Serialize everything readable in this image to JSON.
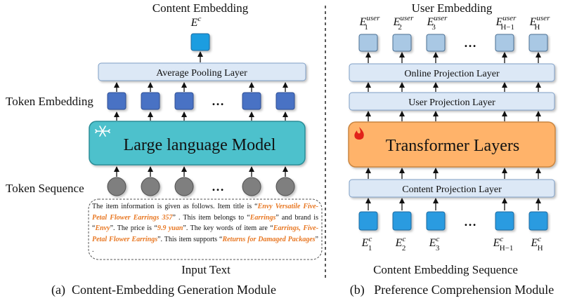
{
  "left": {
    "title": "Content Embedding",
    "output_symbol": {
      "base": "E",
      "sup": "c"
    },
    "pooling_label": "Average Pooling Layer",
    "token_embedding_label": "Token Embedding",
    "llm_label": "Large language Model",
    "llm_icon": "snowflake-icon",
    "token_sequence_label": "Token Sequence",
    "ellipsis": "…",
    "input_text_segments": [
      {
        "text": "The item information is given as follows. Item title is “",
        "hl": false
      },
      {
        "text": "Envy Versatile Five-Petal Flower Earrings 357",
        "hl": true
      },
      {
        "text": "” . This item belongs to “",
        "hl": false
      },
      {
        "text": "Earrings",
        "hl": true
      },
      {
        "text": "” and brand is “",
        "hl": false
      },
      {
        "text": "Envy",
        "hl": true
      },
      {
        "text": "”. The price is “",
        "hl": false
      },
      {
        "text": "9.9 yuan",
        "hl": true
      },
      {
        "text": "”. The key words of item are “",
        "hl": false
      },
      {
        "text": "Earrings, Five-Petal Flower Earrings",
        "hl": true
      },
      {
        "text": "”. This item supports “",
        "hl": false
      },
      {
        "text": "Returns for Damaged Packages",
        "hl": true
      },
      {
        "text": "” .",
        "hl": false
      }
    ],
    "input_text_label": "Input Text",
    "caption": "(a)  Content-Embedding Generation Module"
  },
  "right": {
    "title": "User Embedding",
    "user_embeddings": [
      {
        "base": "E",
        "sup": "user",
        "sub": "1"
      },
      {
        "base": "E",
        "sup": "user",
        "sub": "2"
      },
      {
        "base": "E",
        "sup": "user",
        "sub": "3"
      },
      {
        "base": "E",
        "sup": "user",
        "sub": "H−1"
      },
      {
        "base": "E",
        "sup": "user",
        "sub": "H"
      }
    ],
    "online_projection_label": "Online Projection Layer",
    "user_projection_label": "User Projection Layer",
    "transformer_label": "Transformer Layers",
    "transformer_icon": "fire-icon",
    "content_projection_label": "Content Projection Layer",
    "content_embeddings": [
      {
        "base": "E",
        "sup": "c",
        "sub": "1"
      },
      {
        "base": "E",
        "sup": "c",
        "sub": "2"
      },
      {
        "base": "E",
        "sup": "c",
        "sub": "3"
      },
      {
        "base": "E",
        "sup": "c",
        "sub": "H−1"
      },
      {
        "base": "E",
        "sup": "c",
        "sub": "H"
      }
    ],
    "ellipsis": "…",
    "sequence_label": "Content Embedding Sequence",
    "caption": "(b)   Preference Comprehension Module"
  },
  "colors": {
    "layer_fill": "#dce8f6",
    "layer_stroke": "#7f9fc6",
    "llm_fill": "#4dc1cc",
    "transformer_fill": "#ffb36b",
    "token_embed_fill": "#4a72c4",
    "token_circle_fill": "#7f7f7f",
    "output_fill": "#1f9de0",
    "user_embed_fill": "#a9c8e4",
    "content_embed_fill": "#2b9be0",
    "highlight": "#e87722"
  }
}
